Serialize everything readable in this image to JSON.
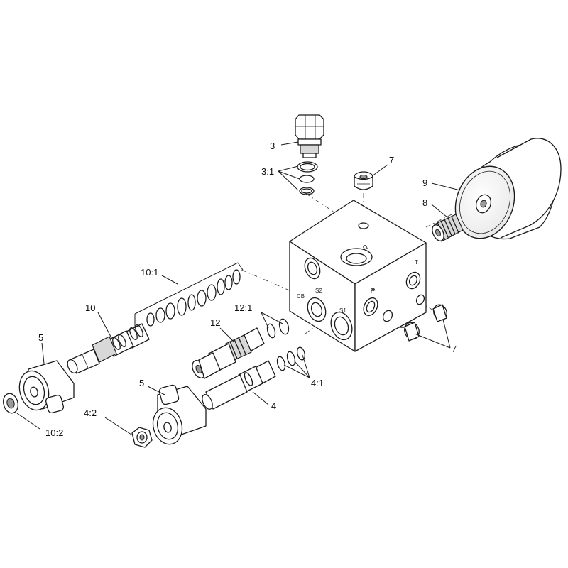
{
  "callouts": {
    "c3": "3",
    "c3_1": "3:1",
    "c7_top": "7",
    "c9": "9",
    "c8": "8",
    "c10_1": "10:1",
    "c10": "10",
    "c12_1": "12:1",
    "c12": "12",
    "c5_left": "5",
    "c5_mid": "5",
    "c4": "4",
    "c4_1": "4:1",
    "c4_2": "4:2",
    "c10_2": "10:2",
    "c7_right": "7"
  },
  "ports": {
    "cb": "CB",
    "s2": "S2",
    "s1": "S1",
    "p": "P",
    "t": "T",
    "top": "Q"
  }
}
